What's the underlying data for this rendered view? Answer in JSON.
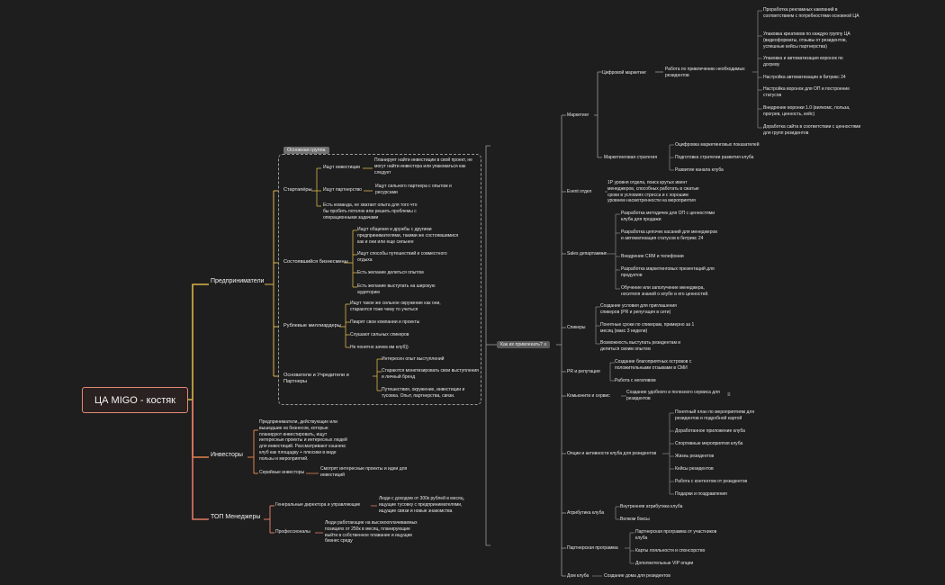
{
  "root": "ЦА MIGO - костяк",
  "group_label": "Основная группа",
  "center": "Как их привлекать?",
  "left": {
    "entrepreneurs": "Предприниматели",
    "starters": "Стартапёры",
    "starters_items": [
      "Ищут инвестиции",
      "Ищут партнерство",
      "Есть команда, не хватает опыта для того что бы пробить потолок или решить проблемы с операционными задачами"
    ],
    "investment_desc": "Планирует найти инвестиции в свой проект, не могут найти инвестора или упаковаться как следует",
    "partner_desc": "Ищут сильного партнера с опытом и ресурсами",
    "established": "Состоявшийся бизнесмены",
    "established_items": [
      "Ищут общения и дружбы с другими предпринимателями, такими же состоявшимися как и они или еще сильнее",
      "Ищут способы путешествий и совместного отдыха",
      "Есть желание делиться опытом",
      "Есть желание выступать на широкую аудиторию"
    ],
    "millionaires": "Рублевые миллиардеры",
    "millionaires_items": [
      "Ищут такое же сильное окружение как они, стараются тоже чему то учиться",
      "Пиарят свои компании и проекты",
      "Слушают сильных спикеров",
      "Не понятно зачем им клуб))"
    ],
    "founders": "Основатели и Учредители и Партнеры",
    "founders_items": [
      "Интересен опыт выступлений",
      "Стараются монетизировать свои выступления и личный бренд",
      "Путешествия, окружение, инвестиции и тусовка. Опыт, партнерства, связи."
    ],
    "investors": "Инвесторы",
    "investors_desc": "Предприниматели, действующие или вышедшие из бизнесов, которые планируют инвестировать, ищут интересные проекты и интересных людей для инвестиций. Рассматривают кэшнекс клуб как площадку + плюсики в виде пользы и мероприятий.",
    "serial": "Серийные инвесторы",
    "serial_desc": "Смотрят интересные проекты и идеи для инвестиций",
    "top": "ТОП Менеджеры",
    "gm": "Генеральные директора и управляющие",
    "gm_desc": "Люди с доходом от 300к рублей в месяц, ищущие тусовку с предпринимателями, ищущие связи и новые знакомства",
    "pros": "Профессионалы",
    "pros_desc": "Люди работающие на высокооплачиваемых позициях от 250к в месяц, планирующие выйти в собственное плавание и ищущие бизнес среду"
  },
  "right": {
    "marketing": "Маркетинг",
    "digital": "Цифровой маркетинг",
    "digital_work": "Работа по привлечению необходимых резидентов",
    "digital_items": [
      "Проработка рекламных кампаний в соответствием с потребностями основной ЦА",
      "Упаковка креативов по каждую группу ЦА (видеоформаты, отзывы от резидентов, успешные кейсы партнерства)",
      "Упаковка и автоматизация воронок по догреву",
      "Настройка автоматизации в битрикс 24",
      "Настройка воронок для ОП и построение статусов",
      "Внедрение воронки 1.0 (вилкомс, польза, прогрев, ценность, кейс)",
      "Доработка сайта в соответствии с ценностями для групп резидентов"
    ],
    "strategy": "Маркетинговая стратегия",
    "strategy_items": [
      "Оцифровка маркетинговых показателей",
      "Подготовка стратегии развития клуба",
      "Развитие канала клуба"
    ],
    "event": "Event отдел",
    "event_desc": "1Р уровня отдела, поиск крутых ивент менеджеров, способных работать в сжатые сроки в условиях стресса и с хорошим уровнем насмотренности на мероприятия",
    "sales": "Sales департамент",
    "sales_items": [
      "Разработка методичек для ОП с ценностями клуба для продажи",
      "Разработка цепочек касаний для менеджеров и автоматизация статусов в битрикс 24",
      "Внедрение CRM и телефонии",
      "Разработка маркетинговых презентаций для продуктов",
      "Обучение или заполучение менеджера, носителя знаний о клубе и его ценностей."
    ],
    "speakers": "Спикеры",
    "speakers_items": [
      "Создание условия для приглашения спикеров (PR и репутация в сети)",
      "Понятные сроки по спикерам, примерно за 1 месяц (макс 3 недели)",
      "Возможность выступать резидентам и делиться своим опытом"
    ],
    "pr": "PR и репутация",
    "pr_items": [
      "Создание благоприятных островов с положительными отзывами в СМИ",
      "Работа с негативом"
    ],
    "community": "Комьюнити и сервис",
    "community_desc": "Создание удобного и полезного сервиса для резидентов",
    "options": "Опции и активности клуба для резидентов",
    "options_items": [
      "Понятный план по мероприятиям для резидентов и подробной картой",
      "Доработанное приложение клуба",
      "Спортивные мероприятия клуба",
      "Жизнь резидентов",
      "Кейсы резидентов",
      "Работа с контентом от резидентов",
      "Подарки и поздравления"
    ],
    "attrib": "Атрибутика клуба",
    "attrib_items": [
      "Внутренняя атрибутика клуба",
      "Велком боксы"
    ],
    "partner": "Партнерская программа",
    "partner_items": [
      "Партнерская программа от участников клуба",
      "Карты лояльности и спонсорство",
      "Дополнительные VIP опции"
    ],
    "house": "Дом клуба",
    "house_desc": "Создание дома для резидентов"
  }
}
